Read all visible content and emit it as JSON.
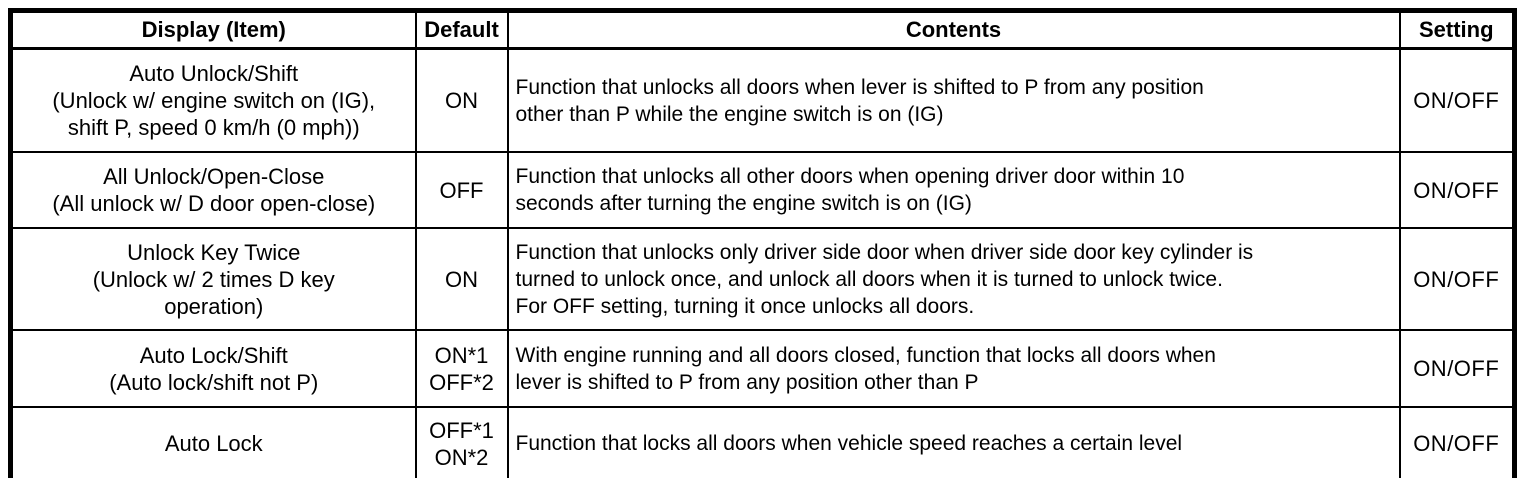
{
  "colors": {
    "border": "#000000",
    "text": "#000000",
    "background": "#ffffff"
  },
  "table": {
    "headers": [
      "Display (Item)",
      "Default",
      "Contents",
      "Setting"
    ],
    "rows": [
      {
        "display": "Auto Unlock/Shift\n(Unlock w/ engine switch on (IG),\nshift P, speed 0 km/h (0 mph))",
        "default": "ON",
        "contents": "Function that unlocks all doors when lever is shifted to P from any position\nother than P while the engine switch is on (IG)",
        "setting": "ON/OFF"
      },
      {
        "display": "All Unlock/Open-Close\n(All unlock w/ D door open-close)",
        "default": "OFF",
        "contents": "Function that unlocks all other doors when opening driver door within 10\nseconds after turning the engine switch is on (IG)",
        "setting": "ON/OFF"
      },
      {
        "display": "Unlock Key Twice\n(Unlock w/ 2 times D key\noperation)",
        "default": "ON",
        "contents": "Function that unlocks only driver side door when driver side door key cylinder is\nturned to unlock once, and unlock all doors when it is turned to unlock twice.\nFor OFF setting, turning it once unlocks all doors.",
        "setting": "ON/OFF"
      },
      {
        "display": "Auto Lock/Shift\n(Auto lock/shift not P)",
        "default": "ON*1\nOFF*2",
        "contents": "With engine running and all doors closed, function that locks all doors when\nlever is shifted to P from any position other than P",
        "setting": "ON/OFF"
      },
      {
        "display": "Auto Lock",
        "default": "OFF*1\nON*2",
        "contents": "Function that locks all doors when vehicle speed reaches a certain level",
        "setting": "ON/OFF"
      }
    ]
  }
}
